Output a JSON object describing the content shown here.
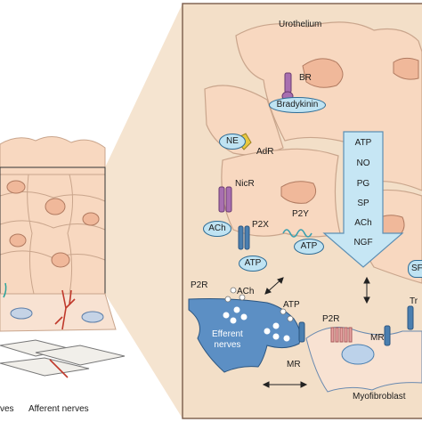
{
  "labels": {
    "urothelium": "Urothelium",
    "myofibroblast": "Myofibroblast",
    "efferent_line1": "Efferent",
    "efferent_line2": "nerves",
    "afferent_nerves": "Afferent nerves",
    "left_nerves_partial": "ves",
    "br": "BR",
    "adr": "AdR",
    "nicr": "NicR",
    "p2x": "P2X",
    "p2y": "P2Y",
    "p2r_left": "P2R",
    "p2r_right": "P2R",
    "ach_free": "ACh",
    "atp_free": "ATP",
    "mr_left": "MR",
    "mr_right": "MR",
    "tr_partial": "Tr"
  },
  "ovals": {
    "bradykinin": "Bradykinin",
    "ne": "NE",
    "ach": "ACh",
    "atp1": "ATP",
    "atp2": "ATP",
    "sf_partial": "SF"
  },
  "arrow_mediators": [
    "ATP",
    "NO",
    "PG",
    "SP",
    "ACh",
    "NGF"
  ],
  "colors": {
    "cell_fill": "#f8d8c0",
    "cell_stroke": "#c9a58c",
    "nucleus_fill": "#f0b89a",
    "zoom_fill": "#f3dfc8",
    "efferent_fill": "#5c8fc4",
    "oval_fill": "#bfe3f2",
    "arrow_fill": "#c6e6f4",
    "receptor_purple": "#a86fb0",
    "receptor_blue": "#4a7fb0",
    "nerve_red": "#c0392b"
  }
}
